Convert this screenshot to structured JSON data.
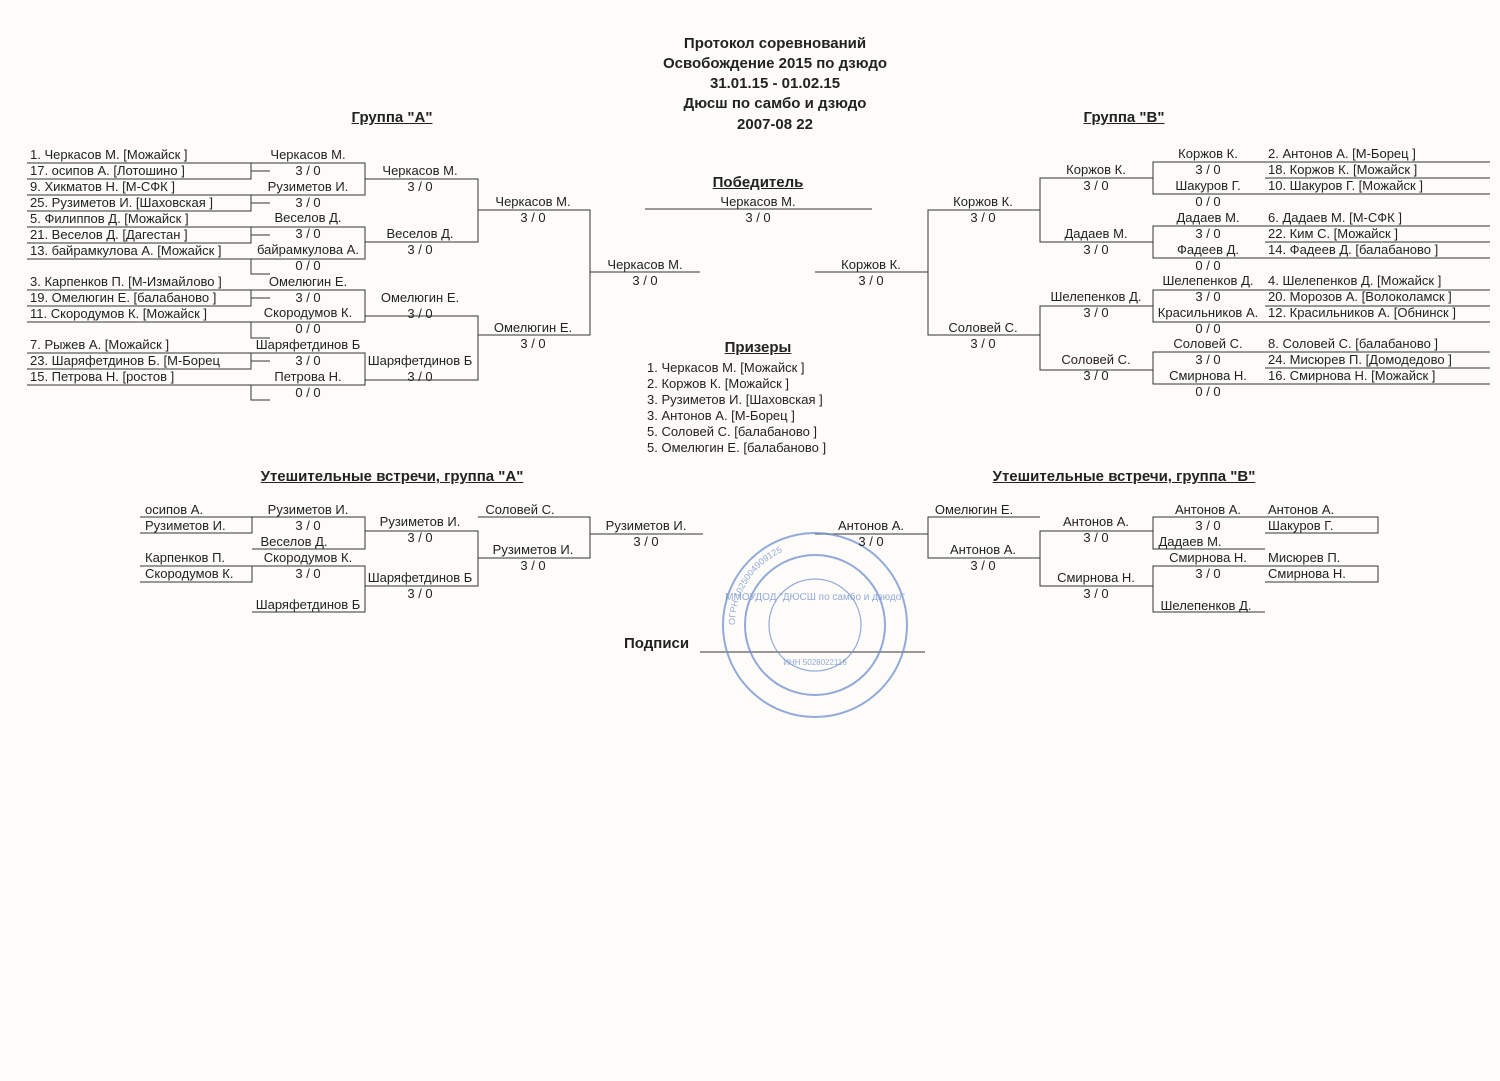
{
  "header": {
    "title": "Протокол соревнований",
    "event": "Освобождение 2015 по дзюдо",
    "dates": "31.01.15 - 01.02.15",
    "organizer": "Дюсш по самбо и дзюдо",
    "category": "2007-08 22"
  },
  "group_a": {
    "title": "Группа  \"А\"",
    "entries": [
      "1. Черкасов М.  [Можайск  ]",
      "17. осипов А.  [Лотошино  ]",
      "9. Хикматов Н.  [М-СФК  ]",
      "25. Рузиметов И.  [Шаховская  ]",
      "5. Филиппов Д.  [Можайск  ]",
      "21. Веселов Д.  [Дагестан  ]",
      "13. байрамкулова А.  [Можайск  ]",
      "3. Карпенков П.  [М-Измайлово  ]",
      "19. Омелюгин Е.  [балабаново  ]",
      "11. Скородумов К.  [Можайск  ]",
      "7. Рыжев А.  [Можайск  ]",
      "23. Шаряфетдинов Б.  [М-Борец",
      "15. Петрова Н.  [ростов  ]"
    ],
    "r1": [
      {
        "name": "Черкасов М.",
        "score": "3  /  0"
      },
      {
        "name": "Рузиметов И.",
        "score": "3  /  0"
      },
      {
        "name": "Веселов Д.",
        "score": "3  /  0"
      },
      {
        "name": "байрамкулова А.",
        "score": "0  /  0"
      },
      {
        "name": "Омелюгин Е.",
        "score": "3  /  0"
      },
      {
        "name": "Скородумов К.",
        "score": "0  /  0"
      },
      {
        "name": "Шаряфетдинов Б",
        "score": "3  /  0"
      },
      {
        "name": "Петрова Н.",
        "score": "0  /  0"
      }
    ],
    "r2": [
      {
        "name": "Черкасов М.",
        "score": "3  /  0"
      },
      {
        "name": "Веселов Д.",
        "score": "3  /  0"
      },
      {
        "name": "Омелюгин Е.",
        "score": "3  /  0"
      },
      {
        "name": "Шаряфетдинов Б",
        "score": "3  /  0"
      }
    ],
    "r3": [
      {
        "name": "Черкасов М.",
        "score": "3  /  0"
      },
      {
        "name": "Омелюгин Е.",
        "score": "3  /  0"
      }
    ],
    "final": {
      "name": "Черкасов М.",
      "score": "3  /  0"
    }
  },
  "group_b": {
    "title": "Группа  \"В\"",
    "entries": [
      "2. Антонов А.  [М-Борец  ]",
      "18. Коржов К.  [Можайск  ]",
      "10. Шакуров Г.  [Можайск  ]",
      "6. Дадаев М.  [М-СФК  ]",
      "22. Ким С.  [Можайск  ]",
      "14. Фадеев Д.  [балабаново  ]",
      "4. Шелепенков Д.  [Можайск  ]",
      "20. Морозов А.  [Волоколамск  ]",
      "12. Красильников А.  [Обнинск  ]",
      "8. Соловей С.  [балабаново  ]",
      "24. Мисюрев П.  [Домодедово  ]",
      "16. Смирнова Н.  [Можайск  ]"
    ],
    "r1": [
      {
        "name": "Коржов К.",
        "score": "3  /  0"
      },
      {
        "name": "Шакуров Г.",
        "score": "0  /  0"
      },
      {
        "name": "Дадаев М.",
        "score": "3  /  0"
      },
      {
        "name": "Фадеев Д.",
        "score": "0  /  0"
      },
      {
        "name": "Шелепенков Д.",
        "score": "3  /  0"
      },
      {
        "name": "Красильников А.",
        "score": "0  /  0"
      },
      {
        "name": "Соловей С.",
        "score": "3  /  0"
      },
      {
        "name": "Смирнова Н.",
        "score": "0  /  0"
      }
    ],
    "r2": [
      {
        "name": "Коржов К.",
        "score": "3  /  0"
      },
      {
        "name": "Дадаев М.",
        "score": "3  /  0"
      },
      {
        "name": "Шелепенков Д.",
        "score": "3  /  0"
      },
      {
        "name": "Соловей С.",
        "score": "3  /  0"
      }
    ],
    "r3": [
      {
        "name": "Коржов К.",
        "score": "3  /  0"
      },
      {
        "name": "Соловей С.",
        "score": "3  /  0"
      }
    ],
    "final": {
      "name": "Коржов К.",
      "score": "3  /  0"
    }
  },
  "winner": {
    "title": "Победитель",
    "name": "Черкасов М.",
    "score": "3  /  0"
  },
  "prizes": {
    "title": "Призеры",
    "items": [
      "1. Черкасов М.    [Можайск   ]",
      "2. Коржов К.    [Можайск   ]",
      "3. Рузиметов И.    [Шаховская   ]",
      "3. Антонов А.    [М-Борец   ]",
      "5. Соловей С.    [балабаново   ]",
      "5. Омелюгин Е.    [балабаново   ]"
    ]
  },
  "cons_a": {
    "title": "Утешительные встречи, группа \"А\"",
    "entries": [
      "осипов А.",
      "Рузиметов И.",
      "Карпенков П.",
      "Скородумов К."
    ],
    "r1": [
      {
        "name": "Рузиметов И.",
        "score": "3  /  0"
      },
      {
        "name": "Веселов Д."
      },
      {
        "name": "Скородумов К.",
        "score": "3  /  0"
      },
      {
        "name": "Шаряфетдинов Б"
      }
    ],
    "r2": [
      {
        "name": "Рузиметов И.",
        "score": "3  /  0"
      },
      {
        "name": "Соловей С."
      },
      {
        "name": "Шаряфетдинов Б",
        "score": "3  /  0"
      }
    ],
    "r3": {
      "name": "Рузиметов И.",
      "score": "3  /  0"
    },
    "final": {
      "name": "Рузиметов И.",
      "score": "3  /  0"
    }
  },
  "cons_b": {
    "title": "Утешительные встречи, группа \"В\"",
    "entries": [
      "Антонов А.",
      "Шакуров Г.",
      "Мисюрев П.",
      "Смирнова Н."
    ],
    "r1": [
      {
        "name": "Антонов А.",
        "score": "3  /  0"
      },
      {
        "name": "Дадаев М."
      },
      {
        "name": "Смирнова Н.",
        "score": "3  /  0"
      },
      {
        "name": "Шелепенков Д."
      }
    ],
    "r2": [
      {
        "name": "Антонов А.",
        "score": "3  /  0"
      },
      {
        "name": "Омелюгин Е."
      },
      {
        "name": "Смирнова Н.",
        "score": "3  /  0"
      }
    ],
    "r3": {
      "name": "Антонов А.",
      "score": "3  /  0"
    },
    "final": {
      "name": "Антонов А.",
      "score": "3  /  0"
    }
  },
  "signatures": {
    "label": "Подписи"
  },
  "stamp": {
    "text": "ММОУДОД \"ДЮСШ по самбо и дзюдо\"",
    "inn": "ИНН 5028022116",
    "ogrn": "ОГРН 1025004909125",
    "color": "#6f8fcf"
  }
}
